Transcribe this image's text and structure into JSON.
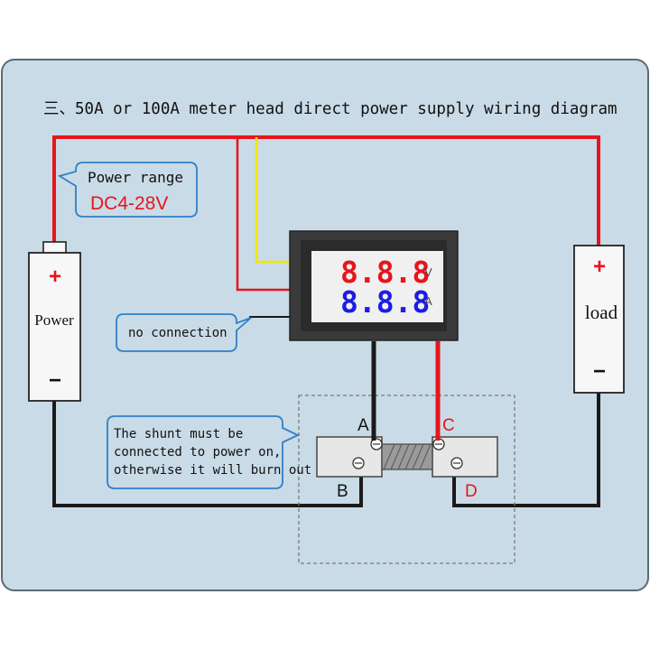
{
  "title": "三、50A or 100A meter head direct power supply wiring diagram",
  "callouts": {
    "power_range_label": "Power range",
    "power_range_value": "DC4-28V",
    "no_connection": "no connection",
    "shunt_note": [
      "The shunt must be",
      "connected to power on,",
      "otherwise it will burn out"
    ]
  },
  "power_supply": {
    "plus": "+",
    "label": "Power",
    "minus": "−"
  },
  "load": {
    "plus": "+",
    "label": "load",
    "minus": "−"
  },
  "meter": {
    "voltage_digits": "8.8.8",
    "voltage_unit": "V",
    "current_digits": "8.8.8",
    "current_unit": "A"
  },
  "terminals": {
    "a": "A",
    "b": "B",
    "c": "C",
    "d": "D"
  },
  "colors": {
    "panel_bg": "#c9dbe6",
    "panel_border": "#5a6a72",
    "wire_red": "#e8141c",
    "wire_black": "#1a1a1a",
    "wire_yellow": "#f2e600",
    "accent_red": "#e8141c",
    "voltage_digits": "#e8141c",
    "current_digits": "#1c1ce6",
    "callout_border": "#2f80c8"
  }
}
